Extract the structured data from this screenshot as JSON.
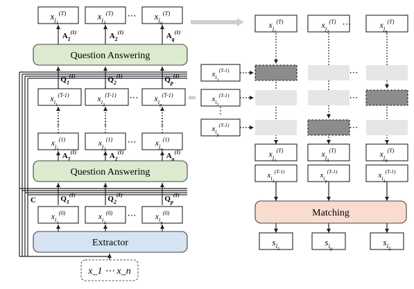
{
  "left": {
    "top_outputs": [
      "x_{j_1}^{(T)}",
      "x_{j_2}^{(T)}",
      "x_{j_q}^{(T)}"
    ],
    "top_answers": [
      "A_1^{(1)}",
      "A_2^{(1)}",
      "A_q^{(1)}"
    ],
    "qa_top_label": "Question Answering",
    "q_top": [
      "Q_1^{(1)}",
      "Q_2^{(1)}",
      "Q_p^{(1)}"
    ],
    "mid_inputs": [
      "x_{i_1}^{(T-1)}",
      "x_{i_2}^{(T-1)}",
      "x_{i_p}^{(T-1)}"
    ],
    "iter1_outputs": [
      "x_{j_1}^{(1)}",
      "x_{j_2}^{(1)}",
      "x_{j_q}^{(1)}"
    ],
    "bottom_answers": [
      "A_1^{(1)}",
      "A_2^{(1)}",
      "A_q^{(1)}"
    ],
    "qa_bottom_label": "Question Answering",
    "context_label": "C",
    "q_bottom": [
      "Q_1^{(1)}",
      "Q_2^{(1)}",
      "Q_p^{(1)}"
    ],
    "init_inputs": [
      "x_{i_1}^{(0)}",
      "x_{i_2}^{(0)}",
      "x_{i_p}^{(0)}"
    ],
    "extractor_label": "Extractor",
    "source_label": "x_1 ⋯ x_n",
    "ellipsis": "⋯",
    "vdots": "⋮"
  },
  "right": {
    "top_targets": [
      "x_{j_1}^{(T)}",
      "x_{j_2}^{(T)}",
      "x_{j_q}^{(T)}"
    ],
    "row_labels": [
      "x_{i_1}^{(T-1)}",
      "x_{i_2}^{(T-1)}",
      "x_{i_p}^{(T-1)}"
    ],
    "matched_targets": [
      "x_{j_1}^{(T)}",
      "x_{j_2}^{(T)}",
      "x_{j_q}^{(T)}"
    ],
    "matched_sources": [
      "x_{i_1}^{(T-1)}",
      "x_{i_p}^{(T-1)}",
      "x_{i_2}^{(T-1)}"
    ],
    "matching_label": "Matching",
    "scores": [
      "s_{i_1}",
      "s_{i_p}",
      "s_{i_2}"
    ]
  },
  "colors": {
    "qa_fill": "#dcebd0",
    "extractor_fill": "#d5e3f3",
    "matching_fill": "#f7dccf",
    "cell_dark": "#8c8c8c",
    "cell_light": "#e6e6e6"
  }
}
